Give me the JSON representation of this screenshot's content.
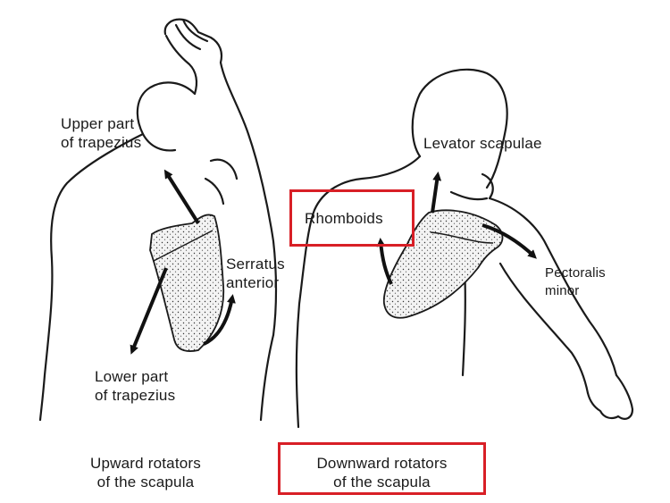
{
  "figure": {
    "labels": {
      "upper_trapezius": [
        "Upper part",
        "of trapezius"
      ],
      "serratus_anterior": [
        "Serratus",
        "anterior"
      ],
      "lower_trapezius": [
        "Lower part",
        "of trapezius"
      ],
      "levator_scapulae": "Levator scapulae",
      "rhomboids": "Rhomboids",
      "pectoralis_minor": [
        "Pectoralis",
        "minor"
      ]
    },
    "captions": {
      "upward": [
        "Upward rotators",
        "of the scapula"
      ],
      "downward": [
        "Downward rotators",
        "of the scapula"
      ]
    },
    "colors": {
      "highlight_box": "#d81f26",
      "ink": "#1a1a1a",
      "scapula_fill": "#f1f1f1"
    }
  }
}
